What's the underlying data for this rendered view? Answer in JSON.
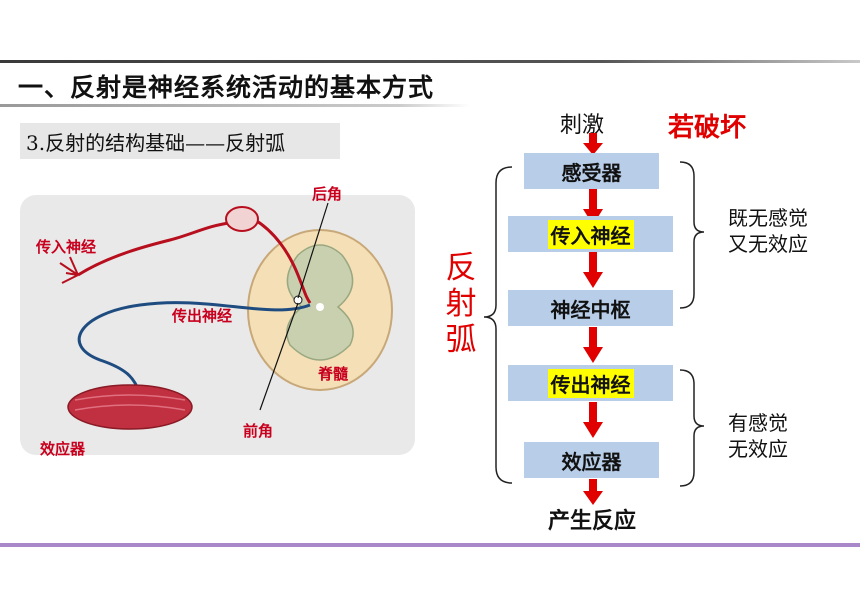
{
  "header": {
    "title": "一、反射是神经系统活动的基本方式",
    "subtitle": "3.反射的结构基础——反射弧"
  },
  "illustration": {
    "labels": {
      "afferent": "传入神经",
      "dorsal_horn": "后角",
      "efferent": "传出神经",
      "spinal_cord": "脊髓",
      "ventral_horn": "前角",
      "effector": "效应器"
    }
  },
  "flow": {
    "stimulus": "刺激",
    "damage_label": "若破坏",
    "reflex_arc": [
      "反",
      "射",
      "弧"
    ],
    "steps": [
      "感受器",
      "传入神经",
      "神经中枢",
      "传出神经",
      "效应器"
    ],
    "result": "产生反应"
  },
  "notes": {
    "upper": [
      "既无感觉",
      "又无效应"
    ],
    "lower": [
      "有感觉",
      "无效应"
    ]
  },
  "colors": {
    "accent_red": "#e00000",
    "label_red": "#c8001e",
    "box_blue": "#b8cde8",
    "highlight": "#ffff00",
    "bottom_rule": "#a888c8"
  }
}
